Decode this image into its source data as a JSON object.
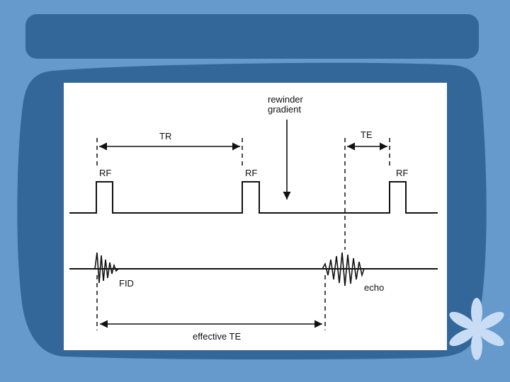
{
  "slide": {
    "title": "",
    "colors": {
      "background": "#6699cc",
      "panel": "#336699",
      "accent_flower": "#c8dcf5"
    }
  },
  "diagram": {
    "rewinder_line1": "rewinder",
    "rewinder_line2": "gradient",
    "tr_label": "TR",
    "te_label": "TE",
    "rf_label": "RF",
    "fid_label": "FID",
    "echo_label": "echo",
    "effective_te_label": "effective TE"
  },
  "icons": {
    "decoration": "flower-icon"
  }
}
